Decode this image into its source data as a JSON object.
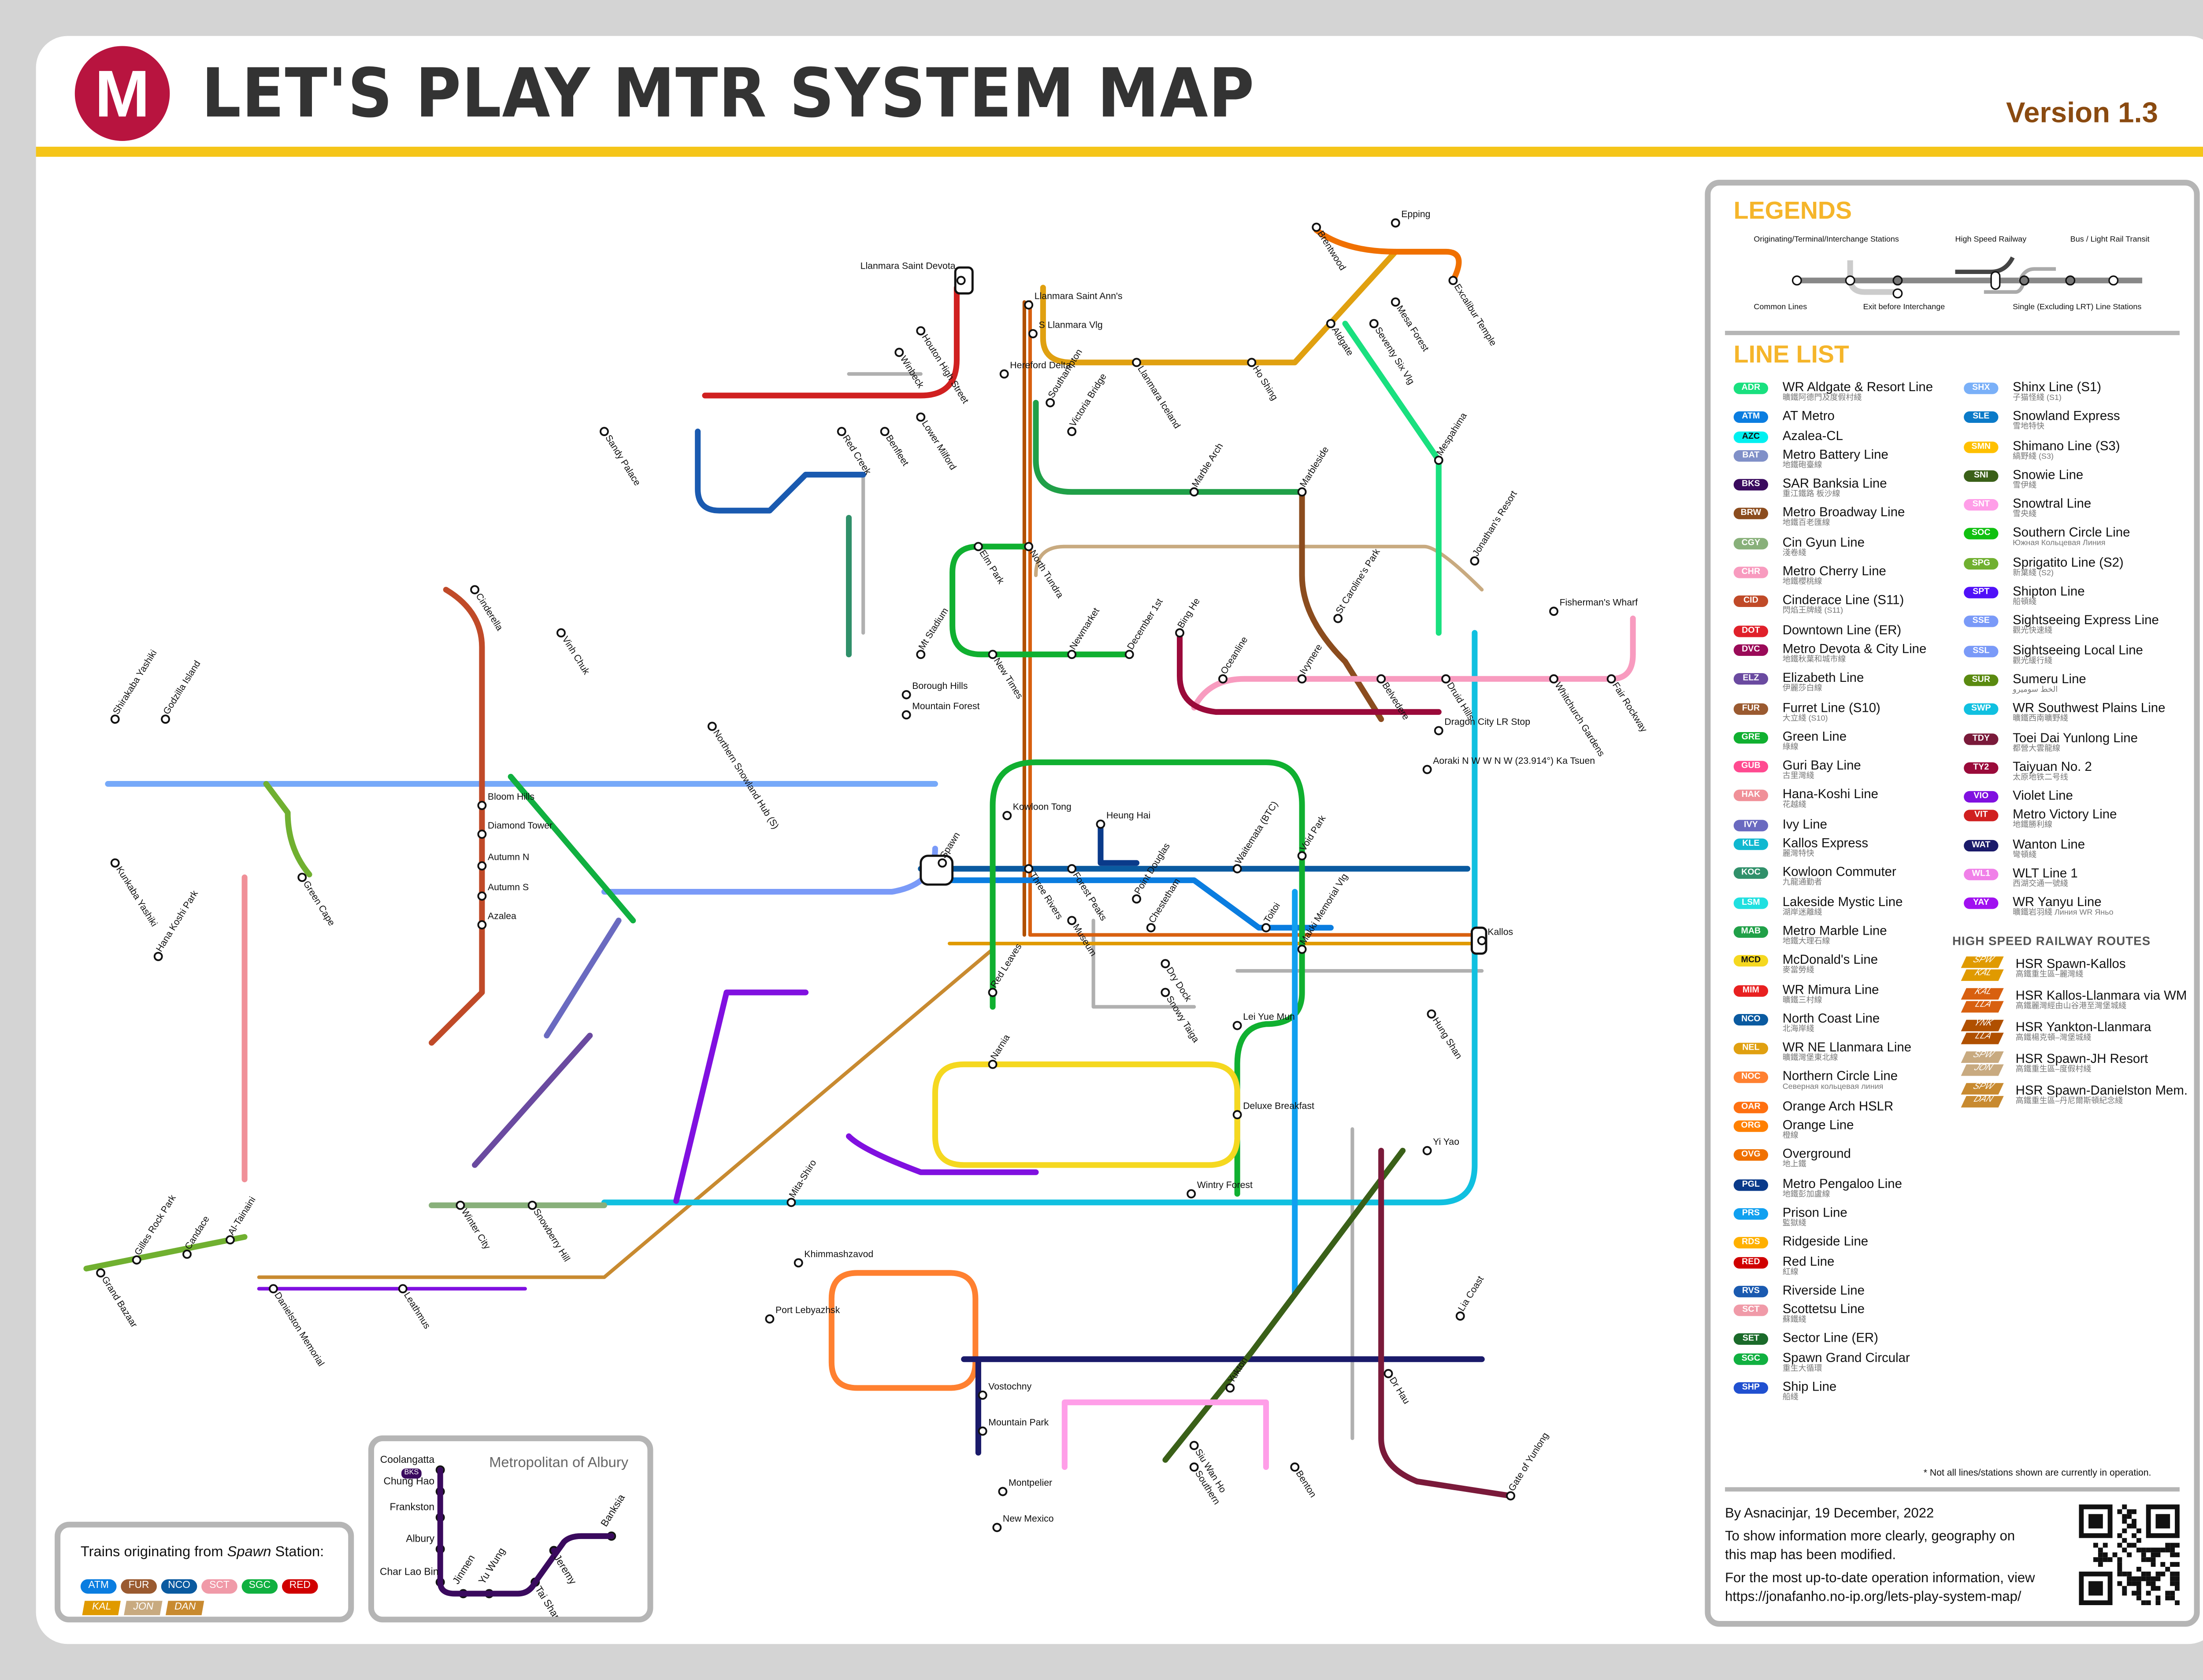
{
  "header": {
    "logo_letter": "M",
    "title": "LET'S PLAY MTR SYSTEM MAP",
    "version": "Version 1.3"
  },
  "legends": {
    "title": "LEGENDS",
    "labels": {
      "originating": "Originating/Terminal/Interchange Stations",
      "hsr": "High Speed Railway",
      "bus": "Bus / Light Rail Transit",
      "common": "Common Lines",
      "exit": "Exit before Interchange",
      "single": "Single (Excluding LRT) Line Stations"
    }
  },
  "line_list": {
    "title": "LINE LIST",
    "left": [
      {
        "code": "ADR",
        "name": "WR Aldgate & Resort Line",
        "cn": "曠鐵阿德門及度假村綫",
        "color": "#19e07f"
      },
      {
        "code": "ATM",
        "name": "AT Metro",
        "cn": "",
        "color": "#0a7de0"
      },
      {
        "code": "AZC",
        "name": "Azalea-CL",
        "cn": "",
        "color": "#00f0f0"
      },
      {
        "code": "BAT",
        "name": "Metro Battery Line",
        "cn": "地鐵砲臺線",
        "color": "#8090c8"
      },
      {
        "code": "BKS",
        "name": "SAR Banksia Line",
        "cn": "重江鐵路 板沙線",
        "color": "#3a0a5e"
      },
      {
        "code": "BRW",
        "name": "Metro Broadway Line",
        "cn": "地鐵百老匯線",
        "color": "#8b4c1e"
      },
      {
        "code": "CGY",
        "name": "Cin Gyun Line",
        "cn": "淺卷綫",
        "color": "#88b07a"
      },
      {
        "code": "CHR",
        "name": "Metro Cherry Line",
        "cn": "地鐵櫻桃線",
        "color": "#f89bbf"
      },
      {
        "code": "CID",
        "name": "Cinderace Line (S11)",
        "cn": "閃焰王牌綫 (S11)",
        "color": "#c04a28"
      },
      {
        "code": "DOT",
        "name": "Downtown Line (ER)",
        "cn": "",
        "color": "#e0202a"
      },
      {
        "code": "DVC",
        "name": "Metro Devota & City Line",
        "cn": "地鐵秋葉和城市線",
        "color": "#9a0a58"
      },
      {
        "code": "ELZ",
        "name": "Elizabeth Line",
        "cn": "伊麗莎白線",
        "color": "#6a4aa0"
      },
      {
        "code": "FUR",
        "name": "Furret Line (S10)",
        "cn": "大立綫 (S10)",
        "color": "#9a5a30"
      },
      {
        "code": "GRE",
        "name": "Green Line",
        "cn": "綠線",
        "color": "#10b030"
      },
      {
        "code": "GUB",
        "name": "Guri Bay Line",
        "cn": "古里灣綫",
        "color": "#ff4a90"
      },
      {
        "code": "HAK",
        "name": "Hana-Koshi Line",
        "cn": "花越綫",
        "color": "#f09098"
      },
      {
        "code": "IVY",
        "name": "Ivy Line",
        "cn": "",
        "color": "#6a6ac0"
      },
      {
        "code": "KLE",
        "name": "Kallos Express",
        "cn": "麗灣特快",
        "color": "#10b8d0"
      },
      {
        "code": "KOC",
        "name": "Kowloon Commuter",
        "cn": "九龍通勤者",
        "color": "#30906a"
      },
      {
        "code": "LSM",
        "name": "Lakeside Mystic Line",
        "cn": "湖岸迷離綫",
        "color": "#20e0e0"
      },
      {
        "code": "MAB",
        "name": "Metro Marble Line",
        "cn": "地鐵大理石線",
        "color": "#20a048"
      },
      {
        "code": "MCD",
        "name": "McDonald's Line",
        "cn": "麥當勞綫",
        "color": "#f5d820"
      },
      {
        "code": "MIM",
        "name": "WR Mimura Line",
        "cn": "曠鐵三村線",
        "color": "#e82020"
      },
      {
        "code": "NCO",
        "name": "North Coast Line",
        "cn": "北海岸綫",
        "color": "#0a5aa0"
      },
      {
        "code": "NEL",
        "name": "WR NE Llanmara Line",
        "cn": "曠鐵灣堡東北線",
        "color": "#e0a010"
      },
      {
        "code": "NOC",
        "name": "Northern Circle Line",
        "cn": "Северная кольцевая линия",
        "color": "#ff8030"
      },
      {
        "code": "OAR",
        "name": "Orange Arch HSLR",
        "cn": "",
        "color": "#ff7010"
      },
      {
        "code": "ORG",
        "name": "Orange Line",
        "cn": "橙線",
        "color": "#ff8000"
      },
      {
        "code": "OVG",
        "name": "Overground",
        "cn": "地上鐵",
        "color": "#f07000"
      },
      {
        "code": "PGL",
        "name": "Metro Pengaloo Line",
        "cn": "地鐵彭加盧線",
        "color": "#0a3a8a"
      },
      {
        "code": "PRS",
        "name": "Prison Line",
        "cn": "監獄綫",
        "color": "#10a0f0"
      },
      {
        "code": "RDS",
        "name": "Ridgeside Line",
        "cn": "",
        "color": "#ffb000"
      },
      {
        "code": "RED",
        "name": "Red Line",
        "cn": "紅線",
        "color": "#d00000"
      },
      {
        "code": "RVS",
        "name": "Riverside Line",
        "cn": "",
        "color": "#1a5ab0"
      },
      {
        "code": "SCT",
        "name": "Scottetsu Line",
        "cn": "蘇鐵綫",
        "color": "#f09aa8"
      },
      {
        "code": "SET",
        "name": "Sector Line (ER)",
        "cn": "",
        "color": "#1a6a2a"
      },
      {
        "code": "SGC",
        "name": "Spawn Grand Circular",
        "cn": "重生大循環",
        "color": "#10b040"
      },
      {
        "code": "SHP",
        "name": "Ship Line",
        "cn": "船綫",
        "color": "#2050d0"
      }
    ],
    "right": [
      {
        "code": "SHX",
        "name": "Shinx Line (S1)",
        "cn": "子猫怪綫 (S1)",
        "color": "#7ab0f8"
      },
      {
        "code": "SLE",
        "name": "Snowland Express",
        "cn": "雪地特快",
        "color": "#0a7ac8"
      },
      {
        "code": "SMN",
        "name": "Shimano Line (S3)",
        "cn": "縞野綫 (S3)",
        "color": "#ffc000"
      },
      {
        "code": "SNI",
        "name": "Snowie Line",
        "cn": "雪伊綫",
        "color": "#3a6018"
      },
      {
        "code": "SNT",
        "name": "Snowtral Line",
        "cn": "雪央綫",
        "color": "#ff9ee8"
      },
      {
        "code": "SOC",
        "name": "Southern Circle Line",
        "cn": "Южная Кольцевая Линия",
        "color": "#10c010"
      },
      {
        "code": "SPG",
        "name": "Sprigatito Line (S2)",
        "cn": "新葉綫 (S2)",
        "color": "#70b030"
      },
      {
        "code": "SPT",
        "name": "Shipton Line",
        "cn": "船頓綫",
        "color": "#5010f8"
      },
      {
        "code": "SSE",
        "name": "Sightseeing Express Line",
        "cn": "觀光快速綫",
        "color": "#7a9af8"
      },
      {
        "code": "SSL",
        "name": "Sightseeing Local Line",
        "cn": "觀光緩行綫",
        "color": "#7a9af8"
      },
      {
        "code": "SUR",
        "name": "Sumeru Line",
        "cn": "الخط سوميرو",
        "color": "#5a8a10"
      },
      {
        "code": "SWP",
        "name": "WR Southwest Plains Line",
        "cn": "曠鐵西南曠野綫",
        "color": "#10c0e0"
      },
      {
        "code": "TDY",
        "name": "Toei Dai Yunlong Line",
        "cn": "都營大雲龍線",
        "color": "#7a1a3a"
      },
      {
        "code": "TY2",
        "name": "Taiyuan No. 2",
        "cn": "太原地铁二号线",
        "color": "#9a0a3a"
      },
      {
        "code": "VIO",
        "name": "Violet Line",
        "cn": "",
        "color": "#8010e0"
      },
      {
        "code": "VIT",
        "name": "Metro Victory Line",
        "cn": "地鐵勝利線",
        "color": "#d02020"
      },
      {
        "code": "WAT",
        "name": "Wanton Line",
        "cn": "彎頓綫",
        "color": "#1a1a6a"
      },
      {
        "code": "WL1",
        "name": "WLT Line 1",
        "cn": "西湖交通一號綫",
        "color": "#f080e8"
      },
      {
        "code": "YAY",
        "name": "WR Yanyu Line",
        "cn": "曠鐵岩羽綫 Линия WR Яньо",
        "color": "#a010f0"
      }
    ],
    "hsr_title": "HIGH SPEED RAILWAY ROUTES",
    "hsr": [
      {
        "codes": [
          "SPW",
          "KAL"
        ],
        "name": "HSR Spawn-Kallos",
        "cn": "高鐵重生區–麗灣綫",
        "color": "#e09a00"
      },
      {
        "codes": [
          "KAL",
          "LLA"
        ],
        "name": "HSR Kallos-Llanmara via WM",
        "cn": "高鐵麗灣經由山谷港至灣堡城綫",
        "color": "#d86010"
      },
      {
        "codes": [
          "YNK",
          "LLA"
        ],
        "name": "HSR Yankton-Llanmara",
        "cn": "高鐵楊克頓–灣堡城綫",
        "color": "#b05000"
      },
      {
        "codes": [
          "SPW",
          "JON"
        ],
        "name": "HSR Spawn-JH Resort",
        "cn": "高鐵重生區–度假村綫",
        "color": "#c8aa80"
      },
      {
        "codes": [
          "SPW",
          "DAN"
        ],
        "name": "HSR Spawn-Danielston Mem.",
        "cn": "高鐵重生區–丹尼爾斯頓紀念綫",
        "color": "#c88a30"
      }
    ],
    "note": "* Not all lines/stations shown are currently in operation."
  },
  "credits": {
    "author": "By Asnacinjar,  19 December, 2022",
    "line1": "To show information more clearly, geography on",
    "line2": "this map has been modified.",
    "line3": "For the most up-to-date operation information, view",
    "url": "https://jonafanho.no-ip.org/lets-play-system-map/"
  },
  "spawn_box": {
    "title_pre": "Trains originating from ",
    "title_em": "Spawn",
    "title_post": " Station:",
    "lines": [
      {
        "code": "ATM",
        "color": "#0a7de0"
      },
      {
        "code": "FUR",
        "color": "#9a5a30"
      },
      {
        "code": "NCO",
        "color": "#0a5aa0"
      },
      {
        "code": "SCT",
        "color": "#f09aa8"
      },
      {
        "code": "SGC",
        "color": "#10b040"
      },
      {
        "code": "RED",
        "color": "#d00000"
      }
    ],
    "hsr": [
      {
        "code": "KAL",
        "color": "#e09a00"
      },
      {
        "code": "JON",
        "color": "#c8aa80"
      },
      {
        "code": "DAN",
        "color": "#c88a30"
      }
    ]
  },
  "albury": {
    "title": "Metropolitan of Albury",
    "line_code": "BKS",
    "stations": [
      "Coolangatta",
      "Chung Hao",
      "Frankston",
      "Albury",
      "Char Lao Bin",
      "Jinmen",
      "Yu Wung",
      "Tai Shan",
      "Jeremy",
      "Banksia"
    ]
  },
  "map": {
    "stations": [
      "Llanmara Saint Devota",
      "Llanmara Saint Ann's",
      "S Llanmara Vlg",
      "Hereford Delta",
      "Houton High Street",
      "Winbeck",
      "Lower Milford",
      "Benfleet",
      "Red Creek",
      "Southampton",
      "Victoria Bridge",
      "Llanmara Iceland",
      "Ho Shing",
      "Aldgate",
      "Seventy Six Vlg",
      "Mesa Forest",
      "Epping",
      "Brentwood",
      "Excalibur Temple",
      "Marble Arch",
      "Marbleside",
      "Mespahima",
      "Jonathan's Resort",
      "St Caroline's Park",
      "Fisherman's Wharf",
      "Bing He",
      "Oceanline",
      "Ivymere",
      "Belvedere",
      "Druid Hills",
      "Whitchurch Gardens",
      "Fair Rockway",
      "Dragon City LR Stop",
      "Aoraki N W W N W (23.914°) Ka Tsuen",
      "Kallos",
      "Heung Hai",
      "Kowloon Tong",
      "Spawn",
      "Three Rivers",
      "Forest Peaks",
      "Point Douglas",
      "Chestetham",
      "Waitemata (BTC)",
      "Void Park",
      "Toitoi",
      "Makki Memorial Vlg",
      "Lei Yue Mun",
      "Deluxe Breakfast",
      "Wintry Forest",
      "Yi Yao",
      "Hung Shan",
      "Khimmashzavod",
      "Port Lebyazhsk",
      "Vostochny",
      "Mountain Park",
      "Montpelier",
      "New Mexico",
      "Northern Snowland Hub (S)",
      "Mountain Forest",
      "Borough Hills",
      "Mt Stadium",
      "Bloom Hills",
      "Diamond Tower",
      "Autumn N",
      "Autumn S",
      "Azalea",
      "Sandy Palace",
      "Godzilla Island",
      "Shirakaba Yashiki",
      "Kunkaba Yashiki",
      "Hana Koshi Park",
      "Green Cape",
      "Gilles Rock Park",
      "Grand Bazaar",
      "Candace",
      "Al-Tainaini",
      "Danielston Memorial",
      "Leathmus",
      "Lia Coast",
      "Gate of Yunlong",
      "Dr Hau",
      "Benton",
      "Siu Wan Ho",
      "Southern",
      "Yukton",
      "Winter City",
      "Snowberry Hill",
      "Cinderella",
      "Vinh Chuk",
      "Mita-Shiro",
      "Narnia",
      "Museum",
      "Snowy Taiga",
      "Elm Park",
      "North Tundra",
      "New Times",
      "Newmarket",
      "December 1st",
      "Red Leaves",
      "Dry Dock"
    ]
  }
}
